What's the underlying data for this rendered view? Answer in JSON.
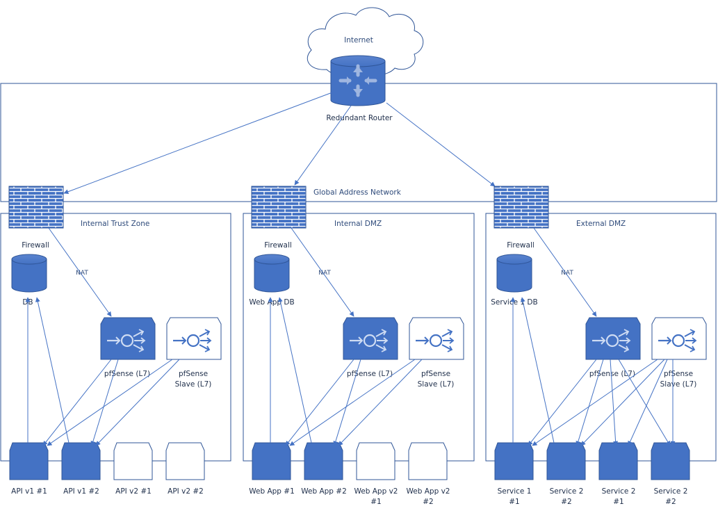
{
  "internet": {
    "label": "Internet"
  },
  "router": {
    "label": "Redundant Router"
  },
  "global_network": {
    "label": "Global Address Network"
  },
  "zones": [
    {
      "title": "Internal Trust Zone",
      "firewall": "Firewall",
      "nat": "NAT",
      "db": "DB",
      "pf_main": "pfSense (L7)",
      "pf_slave_1": "pfSense",
      "pf_slave_2": "Slave (L7)",
      "servers": [
        {
          "l1": "API v1 #1",
          "l2": ""
        },
        {
          "l1": "API v1 #2",
          "l2": ""
        },
        {
          "l1": "API v2 #1",
          "l2": ""
        },
        {
          "l1": "API v2 #2",
          "l2": ""
        }
      ]
    },
    {
      "title": "Internal DMZ",
      "firewall": "Firewall",
      "nat": "NAT",
      "db": "Web App DB",
      "pf_main": "pfSense (L7)",
      "pf_slave_1": "pfSense",
      "pf_slave_2": "Slave (L7)",
      "servers": [
        {
          "l1": "Web App #1",
          "l2": ""
        },
        {
          "l1": "Web App #2",
          "l2": ""
        },
        {
          "l1": "Web App  v2",
          "l2": "#1"
        },
        {
          "l1": "Web App  v2",
          "l2": "#2"
        }
      ]
    },
    {
      "title": "External DMZ",
      "firewall": "Firewall",
      "nat": "NAT",
      "db": "Service 1 DB",
      "pf_main": "pfSense (L7)",
      "pf_slave_1": "pfSense",
      "pf_slave_2": "Slave (L7)",
      "servers": [
        {
          "l1": "Service 1",
          "l2": "#1"
        },
        {
          "l1": "Service 2",
          "l2": "#2"
        },
        {
          "l1": "Service 2",
          "l2": "#1"
        },
        {
          "l1": "Service 2",
          "l2": "#2"
        }
      ]
    }
  ],
  "colors": {
    "blue_fill": "#4472c4",
    "blue_stroke": "#2f5597",
    "line": "#4472c4",
    "text": "#2e4a7a"
  }
}
